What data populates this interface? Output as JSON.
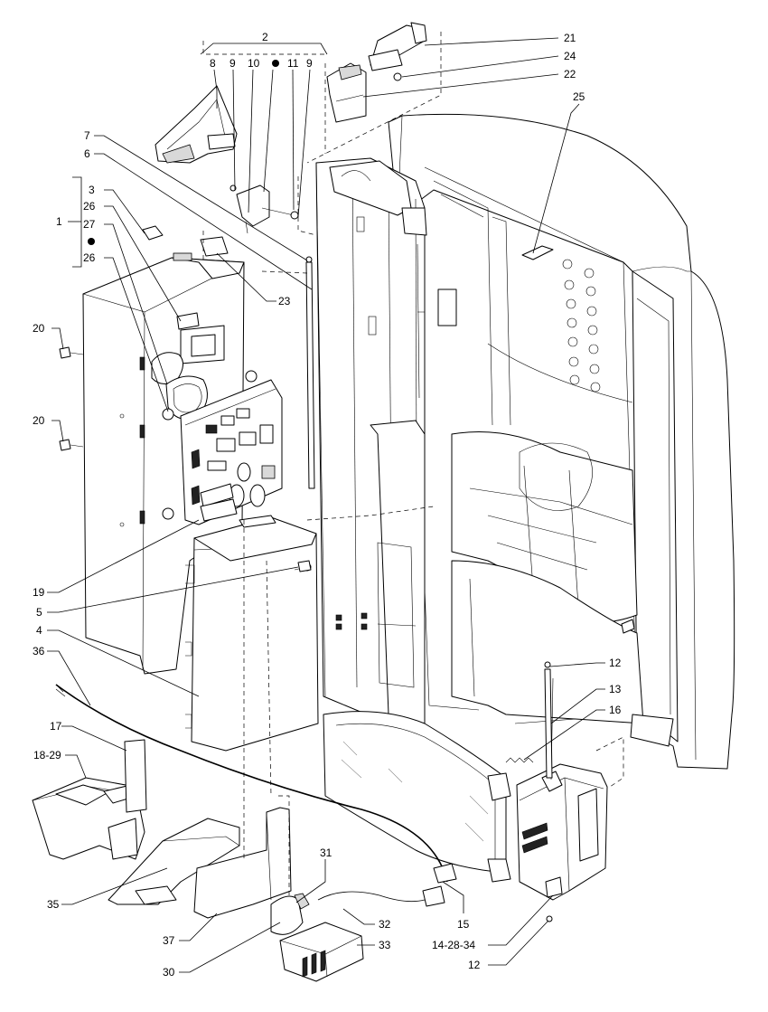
{
  "diagram": {
    "callouts": [
      {
        "id": "c2",
        "text": "2"
      },
      {
        "id": "c8",
        "text": "8"
      },
      {
        "id": "c9a",
        "text": "9"
      },
      {
        "id": "c10",
        "text": "10"
      },
      {
        "id": "c11",
        "text": "11"
      },
      {
        "id": "c9b",
        "text": "9"
      },
      {
        "id": "c21",
        "text": "21"
      },
      {
        "id": "c24",
        "text": "24"
      },
      {
        "id": "c22",
        "text": "22"
      },
      {
        "id": "c25",
        "text": "25"
      },
      {
        "id": "c7",
        "text": "7"
      },
      {
        "id": "c6",
        "text": "6"
      },
      {
        "id": "c3",
        "text": "3"
      },
      {
        "id": "c1",
        "text": "1"
      },
      {
        "id": "c26a",
        "text": "26"
      },
      {
        "id": "c27",
        "text": "27"
      },
      {
        "id": "c26b",
        "text": "26"
      },
      {
        "id": "c23",
        "text": "23"
      },
      {
        "id": "c20a",
        "text": "20"
      },
      {
        "id": "c20b",
        "text": "20"
      },
      {
        "id": "c19",
        "text": "19"
      },
      {
        "id": "c5",
        "text": "5"
      },
      {
        "id": "c4",
        "text": "4"
      },
      {
        "id": "c36",
        "text": "36"
      },
      {
        "id": "c17",
        "text": "17"
      },
      {
        "id": "c1829",
        "text": "18-29"
      },
      {
        "id": "c35",
        "text": "35"
      },
      {
        "id": "c37",
        "text": "37"
      },
      {
        "id": "c30",
        "text": "30"
      },
      {
        "id": "c31",
        "text": "31"
      },
      {
        "id": "c32",
        "text": "32"
      },
      {
        "id": "c33",
        "text": "33"
      },
      {
        "id": "c15",
        "text": "15"
      },
      {
        "id": "c142834",
        "text": "14-28-34"
      },
      {
        "id": "c12a",
        "text": "12"
      },
      {
        "id": "c13",
        "text": "13"
      },
      {
        "id": "c16",
        "text": "16"
      },
      {
        "id": "c12b",
        "text": "12"
      }
    ]
  }
}
